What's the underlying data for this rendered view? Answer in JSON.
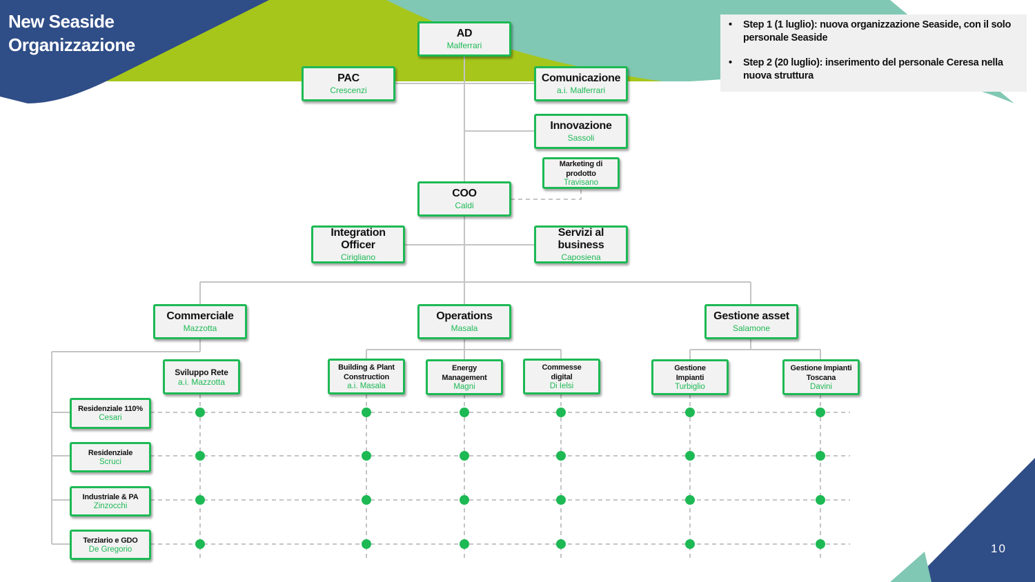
{
  "slide": {
    "title_line1": "New Seaside",
    "title_line2": "Organizzazione",
    "page_number": "10"
  },
  "notes": [
    "Step 1 (1 luglio): nuova organizzazione Seaside, con il solo personale Seaside",
    "Step 2 (20 luglio): inserimento del personale Ceresa nella nuova struttura"
  ],
  "colors": {
    "navy": "#2f4d87",
    "lime": "#a6c61c",
    "teal": "#80c8b3",
    "accent_green": "#1db954",
    "box_fill": "#f2f2f2",
    "connector": "#c4c4c4"
  },
  "org": {
    "ad": {
      "title": "AD",
      "name": "Malferrari"
    },
    "pac": {
      "title": "PAC",
      "name": "Crescenzi"
    },
    "comunicazione": {
      "title": "Comunicazione",
      "name": "a.i. Malferrari"
    },
    "innovazione": {
      "title": "Innovazione",
      "name": "Sassoli"
    },
    "marketing": {
      "title": "Marketing di prodotto",
      "name": "Travisano"
    },
    "coo": {
      "title": "COO",
      "name": "Caldi"
    },
    "integration": {
      "title": "Integration Officer",
      "name": "Cirigliano"
    },
    "servizi": {
      "title": "Servizi al business",
      "name": "Caposiena"
    },
    "commerciale": {
      "title": "Commerciale",
      "name": "Mazzotta"
    },
    "operations": {
      "title": "Operations",
      "name": "Masala"
    },
    "gestione_asset": {
      "title": "Gestione asset",
      "name": "Salamone"
    },
    "sviluppo_rete": {
      "title": "Sviluppo Rete",
      "name": "a.i. Mazzotta"
    },
    "building": {
      "title": "Building & Plant Construction",
      "name": "a.i. Masala"
    },
    "energy": {
      "title": "Energy Management",
      "name": "Magni"
    },
    "commesse": {
      "title": "Commesse digital",
      "name": "Di Ielsi"
    },
    "gestione_impianti": {
      "title": "Gestione Impianti",
      "name": "Turbiglio"
    },
    "gestione_toscana": {
      "title": "Gestione Impianti Toscana",
      "name": "Davini"
    },
    "residenziale110": {
      "title": "Residenziale 110%",
      "name": "Cesari"
    },
    "residenziale": {
      "title": "Residenziale",
      "name": "Scruci"
    },
    "industriale": {
      "title": "Industriale & PA",
      "name": "Zinzocchi"
    },
    "terziario": {
      "title": "Terziario e GDO",
      "name": "De Gregorio"
    }
  }
}
